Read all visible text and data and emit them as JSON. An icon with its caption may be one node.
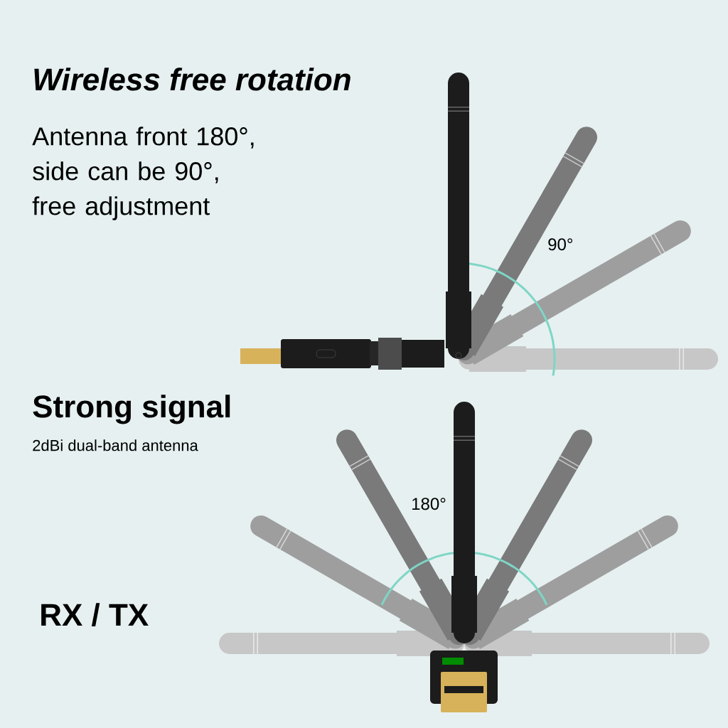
{
  "diagram": {
    "labels": [
      "Wireless free rotation",
      "Antenna front 180°, side can be 90°, free adjustment",
      "90°",
      "Strong signal",
      "2dBi dual-band antenna",
      "180°",
      "RX / TX"
    ]
  }
}
